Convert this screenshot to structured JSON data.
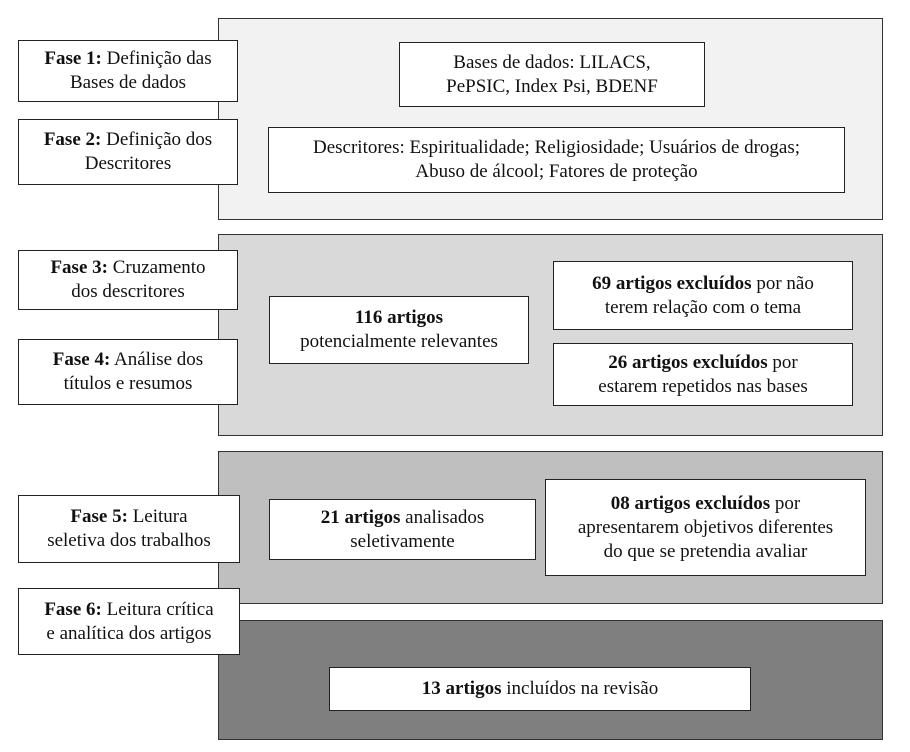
{
  "colors": {
    "panel_1": "#f2f2f2",
    "panel_2": "#d9d9d9",
    "panel_3": "#bfbfbf",
    "panel_4": "#7f7f7f",
    "box_fill": "#ffffff",
    "border": "#222222"
  },
  "phases": [
    {
      "bold": "Fase 1:",
      "line1": " Definição das",
      "line2": "Bases de dados"
    },
    {
      "bold": "Fase 2:",
      "line1": " Definição dos",
      "line2": "Descritores"
    },
    {
      "bold": "Fase 3:",
      "line1": " Cruzamento",
      "line2": "dos descritores"
    },
    {
      "bold": "Fase 4:",
      "line1": " Análise dos",
      "line2": "títulos e resumos"
    },
    {
      "bold": "Fase 5:",
      "line1": " Leitura",
      "line2": "seletiva dos trabalhos"
    },
    {
      "bold": "Fase 6:",
      "line1": " Leitura crítica",
      "line2": "e analítica dos artigos"
    }
  ],
  "databases": {
    "line1": "Bases de dados: LILACS,",
    "line2": "PePSIC, Index Psi, BDENF"
  },
  "descriptors": {
    "line1": "Descritores: Espiritualidade; Religiosidade; Usuários de drogas;",
    "line2": "Abuso de álcool; Fatores de proteção"
  },
  "relevant": {
    "bold": "116 artigos",
    "line2": "potencialmente relevantes"
  },
  "excluded_1": {
    "bold": "69 artigos excluídos",
    "line1_rest": " por não",
    "line2": "terem relação com o tema"
  },
  "excluded_2": {
    "bold": "26 artigos excluídos",
    "line1_rest": " por",
    "line2": "estarem repetidos nas bases"
  },
  "analyzed": {
    "bold": "21 artigos",
    "line1_rest": " analisados",
    "line2": "seletivamente"
  },
  "excluded_3": {
    "bold": "08 artigos excluídos",
    "line1_rest": " por",
    "line2": "apresentarem objetivos diferentes",
    "line3": "do que se pretendia avaliar"
  },
  "included": {
    "bold": "13 artigos",
    "rest": " incluídos na revisão"
  }
}
